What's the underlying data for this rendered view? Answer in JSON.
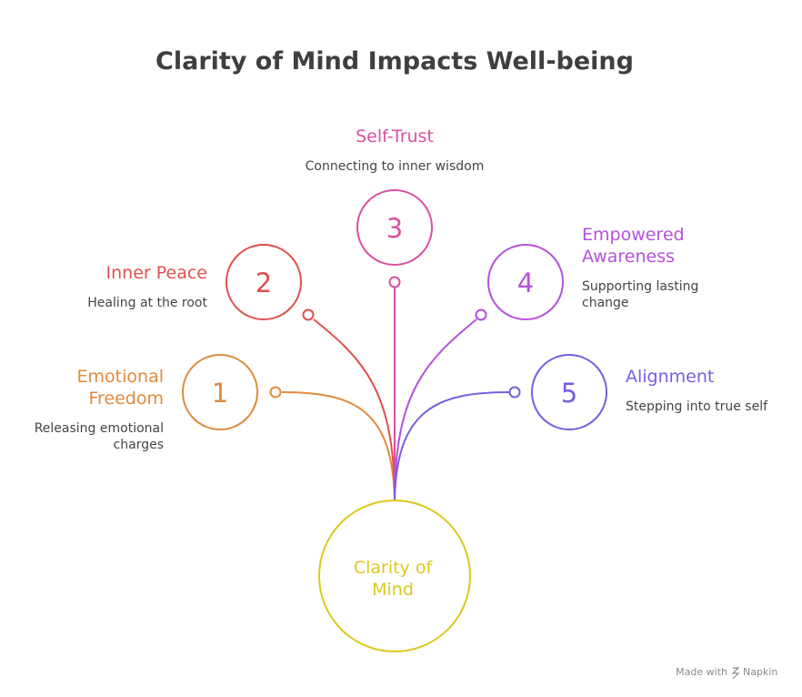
{
  "title": "Clarity of Mind Impacts Well-being",
  "center": {
    "label_line1": "Clarity of",
    "label_line2": "Mind",
    "color": "#dcc81f"
  },
  "items": [
    {
      "number": "1",
      "heading_line1": "Emotional",
      "heading_line2": "Freedom",
      "desc_line1": "Releasing emotional",
      "desc_line2": "charges",
      "color": "#e08a3c"
    },
    {
      "number": "2",
      "heading_line1": "Inner Peace",
      "desc_line1": "Healing at the root",
      "color": "#e0504d"
    },
    {
      "number": "3",
      "heading_line1": "Self-Trust",
      "desc_line1": "Connecting to inner wisdom",
      "color": "#dc4fa0"
    },
    {
      "number": "4",
      "heading_line1": "Empowered",
      "heading_line2": "Awareness",
      "desc_line1": "Supporting lasting",
      "desc_line2": "change",
      "color": "#b451dc"
    },
    {
      "number": "5",
      "heading_line1": "Alignment",
      "desc_line1": "Stepping into true self",
      "color": "#7a5ce0"
    }
  ],
  "footer": {
    "made_with": "Made with",
    "brand": "Napkin",
    "icon": "napkin-logo-icon"
  }
}
